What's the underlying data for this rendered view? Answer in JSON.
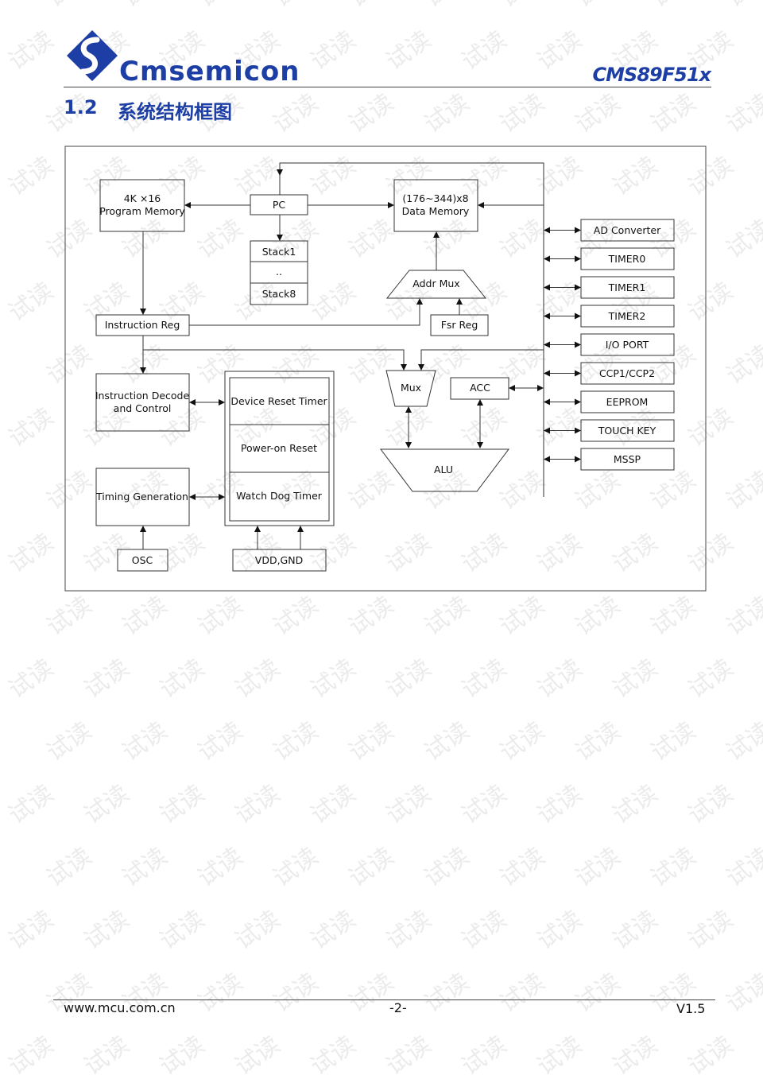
{
  "header": {
    "brand": "Cmsemicon",
    "model": "CMS89F51x"
  },
  "section": {
    "number": "1.2",
    "title": "系统结构框图"
  },
  "diagram": {
    "program_memory": {
      "line1": "4K ×16",
      "line2": "Program Memory"
    },
    "pc": "PC",
    "stack1": "Stack1",
    "stack_dots": "..",
    "stack8": "Stack8",
    "data_memory": {
      "line1": "(176~344)x8",
      "line2": "Data Memory"
    },
    "addr_mux": "Addr Mux",
    "instruction_reg": "Instruction Reg",
    "fsr_reg": "Fsr Reg",
    "instruction_decode": {
      "line1": "Instruction Decode",
      "line2": "and Control"
    },
    "device_reset_timer": "Device Reset Timer",
    "power_on_reset": "Power-on Reset",
    "watchdog_timer": "Watch Dog Timer",
    "timing_generation": "Timing Generation",
    "osc": "OSC",
    "vdd_gnd": "VDD,GND",
    "mux": "Mux",
    "acc": "ACC",
    "alu": "ALU",
    "peripherals": [
      "AD Converter",
      "TIMER0",
      "TIMER1",
      "TIMER2",
      "I/O PORT",
      "CCP1/CCP2",
      "EEPROM",
      "TOUCH KEY",
      "MSSP"
    ]
  },
  "watermark": "试读",
  "footer": {
    "url": "www.mcu.com.cn",
    "page": "-2-",
    "version": "V1.5"
  }
}
